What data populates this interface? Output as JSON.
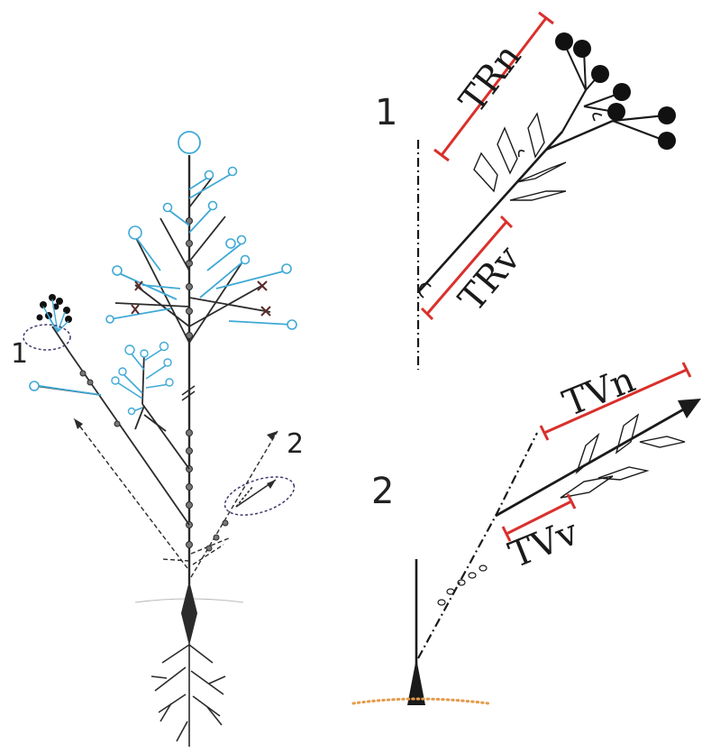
{
  "diagram": {
    "markers": {
      "overview_1": "1",
      "overview_2": "2",
      "detail_1": "1",
      "detail_2": "2"
    },
    "labels": {
      "trn": "TRn",
      "trv": "TRv",
      "tvn": "TVn",
      "tvv": "TVv"
    },
    "colors": {
      "stem": "#2b2b2b",
      "blue_branch": "#3fa9d6",
      "measure_red": "#d9302c",
      "ground_dots": "#e39b4a",
      "ellipse": "#3a3a6a"
    }
  }
}
